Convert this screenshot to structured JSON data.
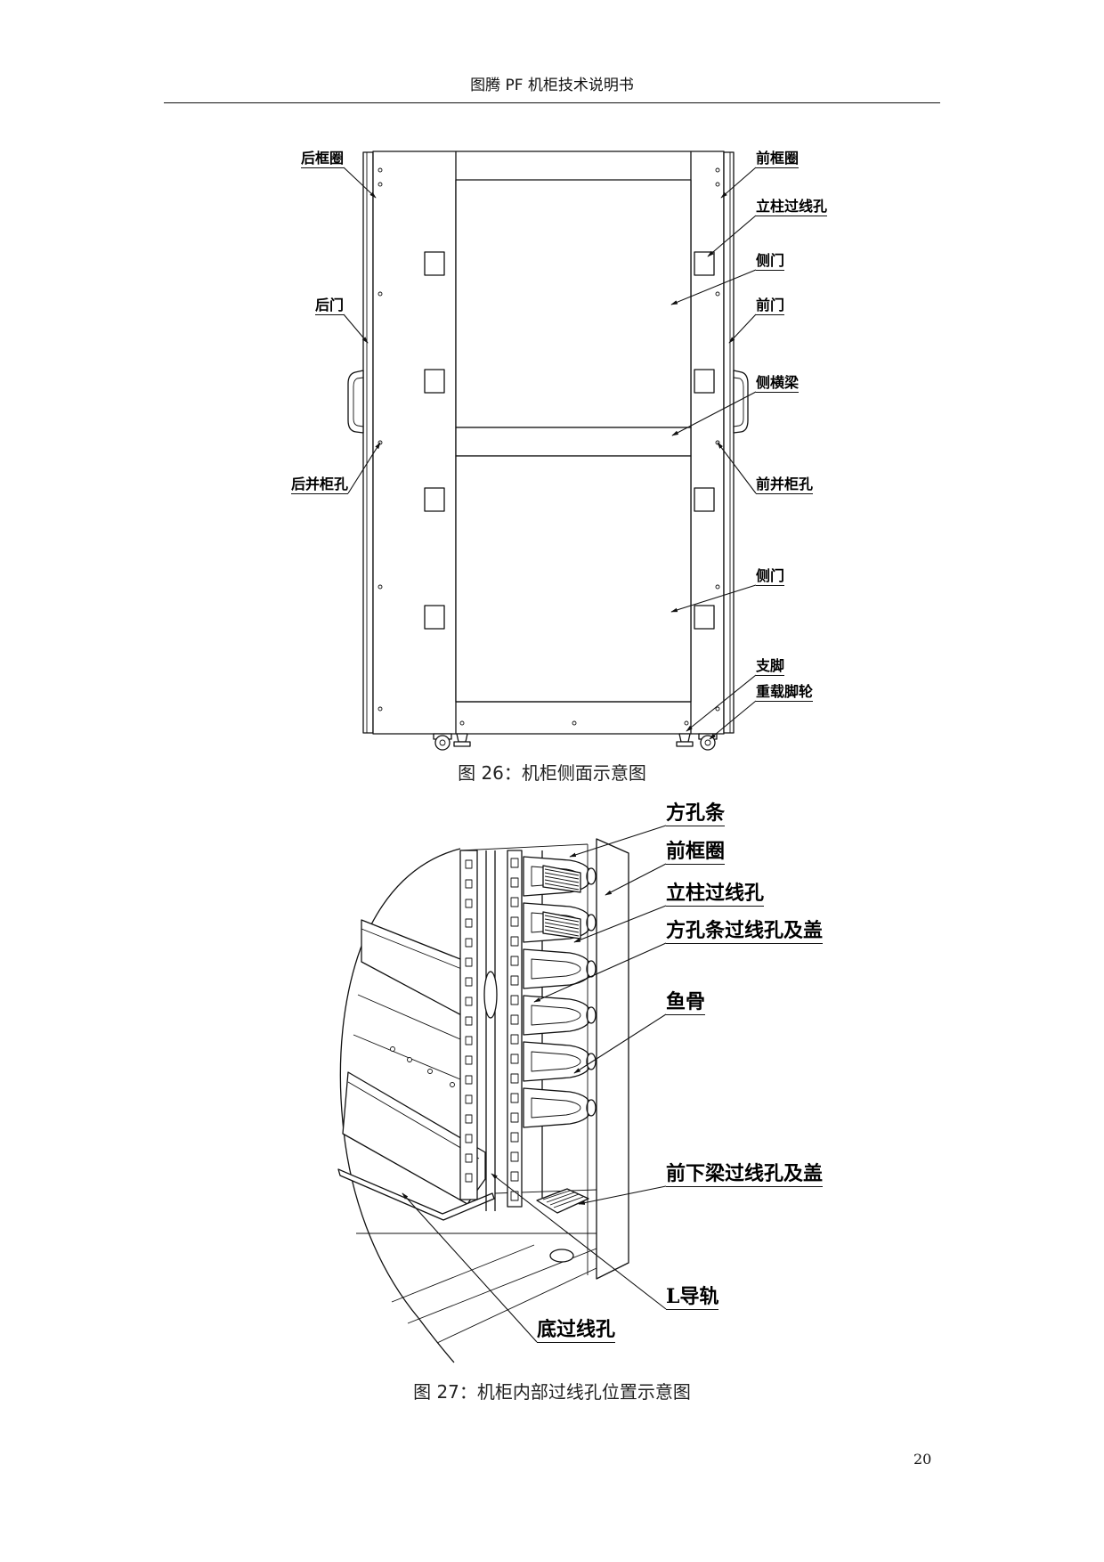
{
  "header": {
    "title": "图腾 PF 机柜技术说明书"
  },
  "figure26": {
    "labels": {
      "rear_frame": "后框圈",
      "rear_door": "后门",
      "rear_combine_hole": "后并柜孔",
      "front_frame": "前框圈",
      "post_cable_hole": "立柱过线孔",
      "side_door_upper": "侧门",
      "front_door": "前门",
      "side_beam": "侧横梁",
      "front_combine_hole": "前并柜孔",
      "side_door_lower": "侧门",
      "foot": "支脚",
      "caster": "重载脚轮"
    },
    "caption": "图 26：机柜侧面示意图"
  },
  "figure27": {
    "labels": {
      "square_hole_strip": "方孔条",
      "front_frame": "前框圈",
      "post_cable_hole": "立柱过线孔",
      "strip_cable_hole_cover": "方孔条过线孔及盖",
      "fishbone": "鱼骨",
      "lower_beam_cable_hole_cover": "前下梁过线孔及盖",
      "l_rail": "L导轨",
      "bottom_cable_hole": "底过线孔"
    },
    "caption": "图 27：机柜内部过线孔位置示意图"
  },
  "page_number": "20"
}
